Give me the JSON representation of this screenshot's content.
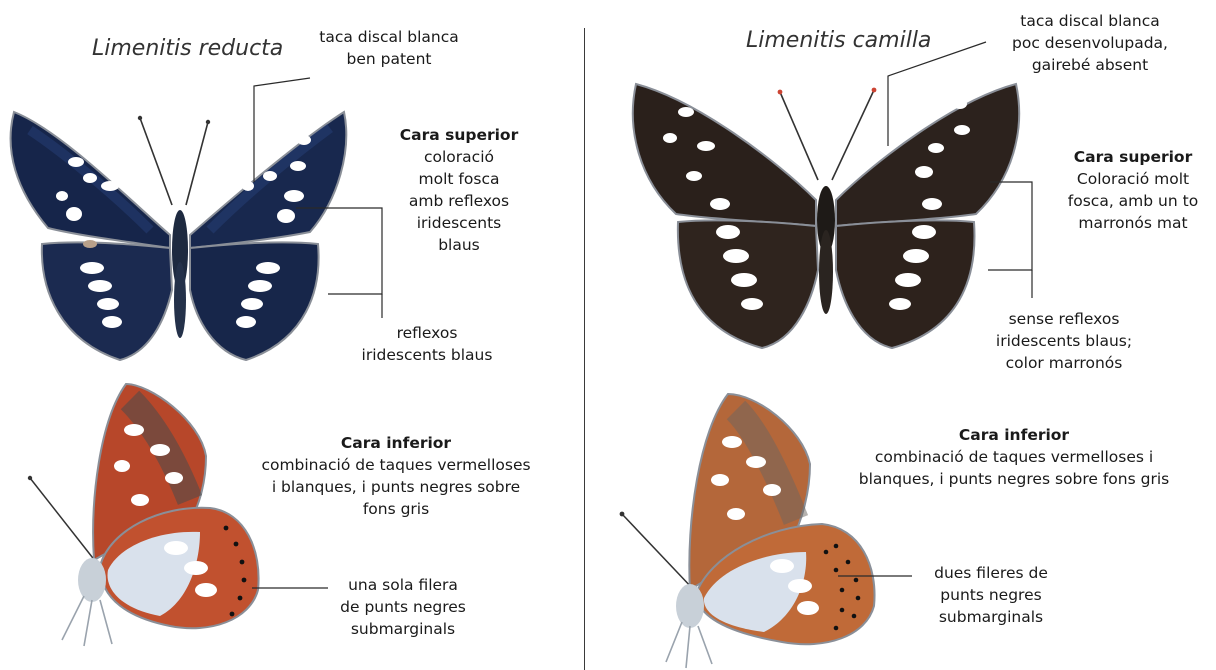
{
  "left": {
    "species": "Limenitis reducta",
    "discal_note": "taca discal blanca\nben patent",
    "upper": {
      "heading": "Cara superior",
      "text": "coloració\nmolt fosca\namb reflexos\niridescents\nblaus"
    },
    "reflex_note": "reflexos\niridescents blaus",
    "under": {
      "heading": "Cara inferior",
      "text": "combinació de taques vermelloses\ni blanques, i punts negres sobre\nfons gris"
    },
    "rows_note": "una sola filera\nde punts negres\nsubmarginals"
  },
  "right": {
    "species": "Limenitis camilla",
    "discal_note": "taca discal blanca\npoc desenvolupada,\ngairebé absent",
    "upper": {
      "heading": "Cara superior",
      "text": "Coloració molt\nfosca, amb un to\nmarronós mat"
    },
    "reflex_note": "sense reflexos\niridescents blaus;\ncolor marronós",
    "under": {
      "heading": "Cara inferior",
      "text": "combinació de taques vermelloses i\nblanques, i punts negres sobre fons gris"
    },
    "rows_note": "dues fileres de\npunts negres\nsubmarginals"
  },
  "colors": {
    "reducta_wing": "#16254a",
    "reducta_shine": "#2d4a8c",
    "camilla_wing": "#2a201b",
    "camilla_under": "#b4673a",
    "under_gray": "#d9e1ec",
    "spot_white": "#ffffff",
    "leader": "#2a2a2a"
  }
}
